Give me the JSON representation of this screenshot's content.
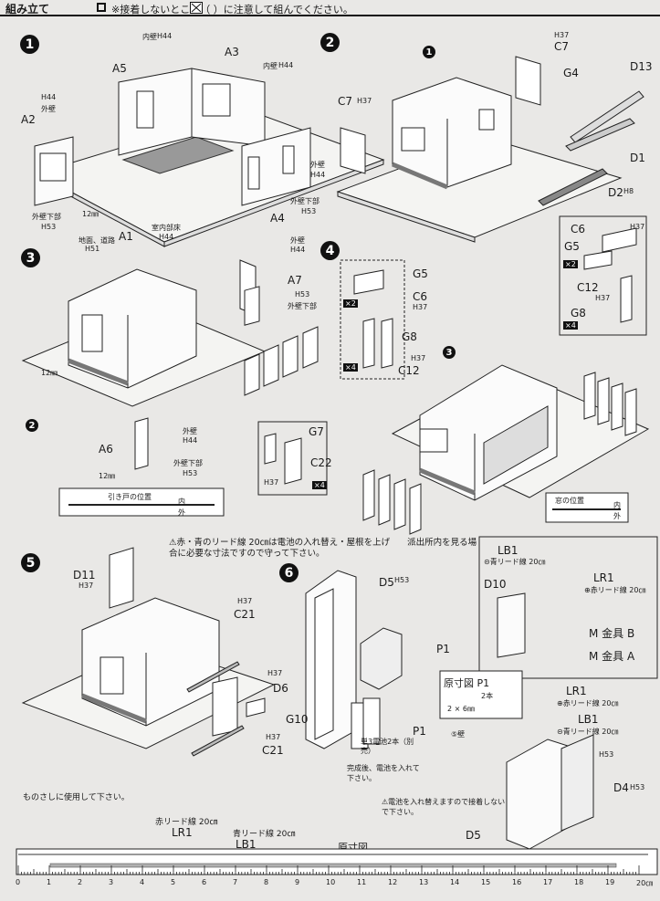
{
  "header": {
    "title": "組み立て",
    "note": "※接着しないところ（ ）に注意して組んでください。"
  },
  "steps": {
    "s1": {
      "number": "1",
      "labels": {
        "inner_wall": "内壁",
        "inner_wall_h": "H44",
        "a3": "A3",
        "a5": "A5",
        "inner_wall2": "内壁",
        "inner_wall2_h": "H44",
        "h44a": "H44",
        "outer_wall": "外壁",
        "a2": "A2",
        "outer_wall_r": "外壁",
        "outer_wall_r_h": "H44",
        "outer_lower": "外壁下部",
        "outer_lower_h": "H53",
        "mm12": "12㎜",
        "outer_lower_r": "外壁下部",
        "outer_lower_r_h": "H53",
        "a4": "A4",
        "a1": "A1",
        "ground": "地面、道路",
        "ground_h": "H51",
        "floor": "室内部床",
        "floor_h": "H44"
      }
    },
    "s2": {
      "number": "2",
      "labels": {
        "step1_ref": "1",
        "h37a": "H37",
        "c7": "C7",
        "c7b": "C7",
        "h37b": "H37",
        "g4": "G4",
        "d13": "D13",
        "d1": "D1",
        "d2": "D2",
        "d2_h": "H8"
      }
    },
    "s3": {
      "number": "3",
      "labels": {
        "outer_wall": "外壁",
        "outer_wall_h": "H44",
        "a7": "A7",
        "h53": "H53",
        "outer_lower": "外壁下部",
        "mm12": "12㎜",
        "step2_ref": "2",
        "a6": "A6",
        "outer_wall2": "外壁",
        "outer_wall2_h": "H44",
        "mm12b": "12㎜",
        "outer_lower2": "外壁下部",
        "outer_lower2_h": "H53",
        "g7": "G7",
        "c22": "C22",
        "h37": "H37",
        "x4": "×4",
        "door_pos": "引き戸の位置",
        "in": "内",
        "out": "外"
      }
    },
    "s4": {
      "number": "4",
      "labels": {
        "g5": "G5",
        "c6": "C6",
        "h37a": "H37",
        "x2": "×2",
        "g8": "G8",
        "h37b": "H37",
        "c12": "C12",
        "x4": "×4",
        "step3_ref": "3",
        "c6r": "C6",
        "h37r": "H37",
        "g5r": "G5",
        "x2r": "×2",
        "c12r": "C12",
        "h37r2": "H37",
        "g8r": "G8",
        "x4r": "×4",
        "win_pos": "窓の位置",
        "in": "内",
        "out": "外"
      }
    },
    "warning": "⚠赤・青のリード線 20㎝は電池の入れ替え・屋根を上げ　　派出所内を見る場合に必要な寸法ですので守って下さい。",
    "s5": {
      "number": "5",
      "labels": {
        "d11": "D11",
        "d11_h": "H37",
        "h37": "H37",
        "c21": "C21",
        "h37b": "H37",
        "d6": "D6",
        "g10": "G10",
        "c21b": "C21",
        "c21b_h": "H37"
      }
    },
    "s6": {
      "number": "6",
      "labels": {
        "d5": "D5",
        "d5_h": "H53",
        "p1": "P1",
        "p1b": "P1",
        "orig_title": "原寸図 P1",
        "screws": "2本",
        "size": "2 × 6㎜",
        "battery": "単3電池2本（別売）",
        "after": "完成後、電池を入れて下さい。",
        "lb1": "LB1",
        "lb1_note": "⊝青リード線 20㎝",
        "lr1": "LR1",
        "lr1_note": "⊕赤リード線 20㎝",
        "d10": "D10",
        "m_b": "M 金具 B",
        "m_a": "M 金具 A",
        "lr1b": "LR1",
        "lr1b_note": "⊕赤リード線 20㎝",
        "lb1b": "LB1",
        "lb1b_note": "⊝青リード線 20㎝",
        "wall": "⑤壁",
        "h53": "H53",
        "d4": "D4",
        "d4_h": "H53",
        "d5b": "D5",
        "battery_note": "⚠電池を入れ替えますので接着しないで下さい。"
      }
    }
  },
  "ruler": {
    "note": "ものさしに使用して下さい。",
    "red_lead": "赤リード線 20㎝",
    "lr1": "LR1",
    "blue_lead": "青リード線 20㎝",
    "lb1": "LB1",
    "title": "原寸図",
    "ticks": [
      "0",
      "1",
      "2",
      "3",
      "4",
      "5",
      "6",
      "7",
      "8",
      "9",
      "10",
      "11",
      "12",
      "13",
      "14",
      "15",
      "16",
      "17",
      "18",
      "19",
      "20㎝"
    ]
  }
}
